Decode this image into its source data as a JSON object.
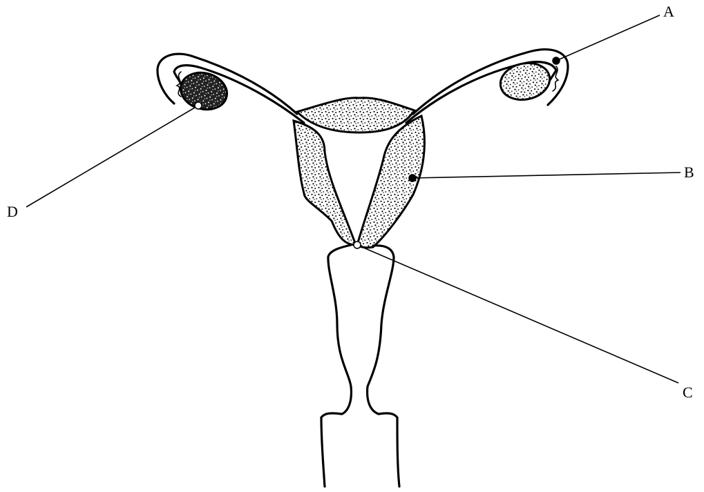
{
  "figure": {
    "labels": {
      "a": "A",
      "b": "B",
      "c": "C",
      "d": "D"
    }
  },
  "colors": {
    "ink": "#000000",
    "background": "#ffffff",
    "marker_filled": "#000000",
    "marker_hollow": "#ffffff"
  }
}
